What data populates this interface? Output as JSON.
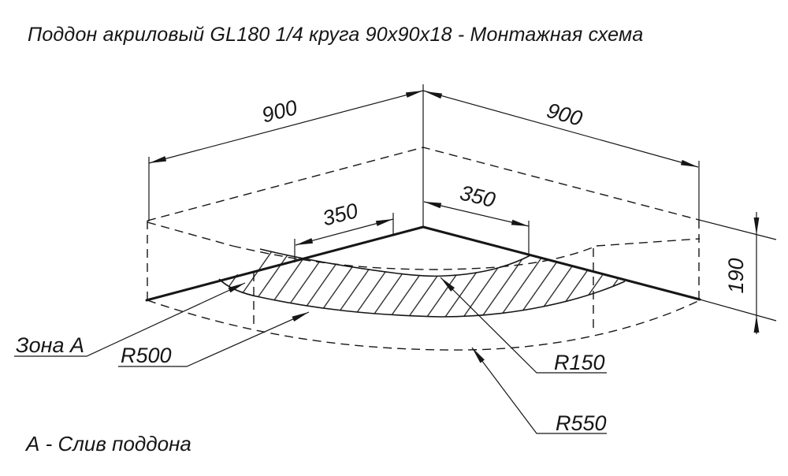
{
  "title": "Поддон акриловый  GL180 1/4 круга 90х90х18 - Монтажная схема",
  "drawing": {
    "dim_width_left": "900",
    "dim_width_right": "900",
    "dim_inset_left": "350",
    "dim_inset_right": "350",
    "dim_height": "190",
    "label_zone_a": "Зона А",
    "label_r500": "R500",
    "label_r150": "R150",
    "label_r550": "R550"
  },
  "legend": {
    "note": "А - Слив поддона"
  },
  "colors": {
    "line": "#161616",
    "background": "#ffffff"
  }
}
